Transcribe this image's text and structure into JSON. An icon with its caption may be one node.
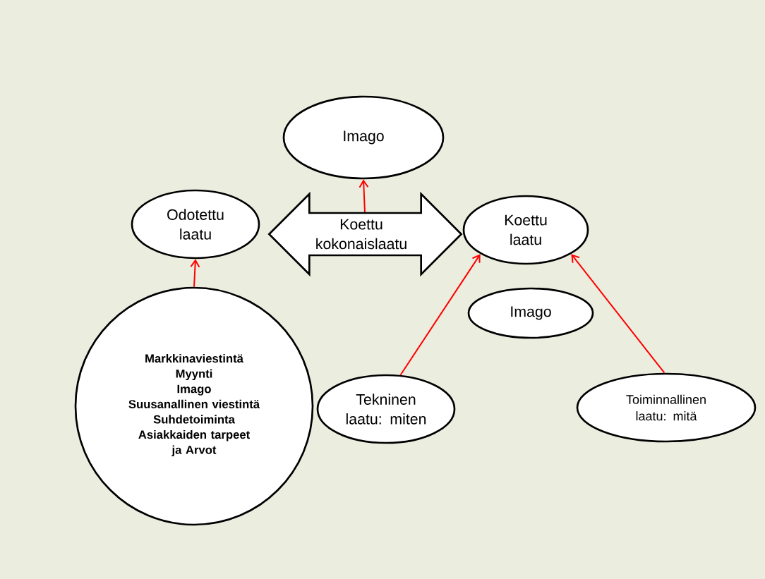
{
  "diagram": {
    "nodes": [
      {
        "text": [
          "Imago"
        ]
      },
      {
        "text": [
          "Odotettu laatu"
        ]
      },
      {
        "text": [
          "Koettu laatu"
        ]
      },
      {
        "text": [
          "Imago"
        ]
      },
      {
        "text": [
          "Markkinaviestintä",
          "Myynti",
          "Imago",
          "Suusanallinen viestintä",
          "Suhdetoiminta",
          "Asiakkaiden tarpeet ja Arvot"
        ]
      },
      {
        "text": [
          "Tekninen laatu: miten"
        ]
      },
      {
        "text": [
          "Toiminnallinen laatu: mitä"
        ]
      }
    ],
    "edges": [
      {
        "from": null,
        "to": 0,
        "arrow": "to"
      },
      {
        "from": 1,
        "to": 2,
        "arrow": "both",
        "label": "Koettu kokonaislaatu",
        "style": "thick"
      },
      {
        "from": 4,
        "to": 1,
        "arrow": "to"
      },
      {
        "from": 5,
        "to": 2,
        "arrow": "to"
      },
      {
        "from": 6,
        "to": 2,
        "arrow": "to"
      }
    ]
  }
}
